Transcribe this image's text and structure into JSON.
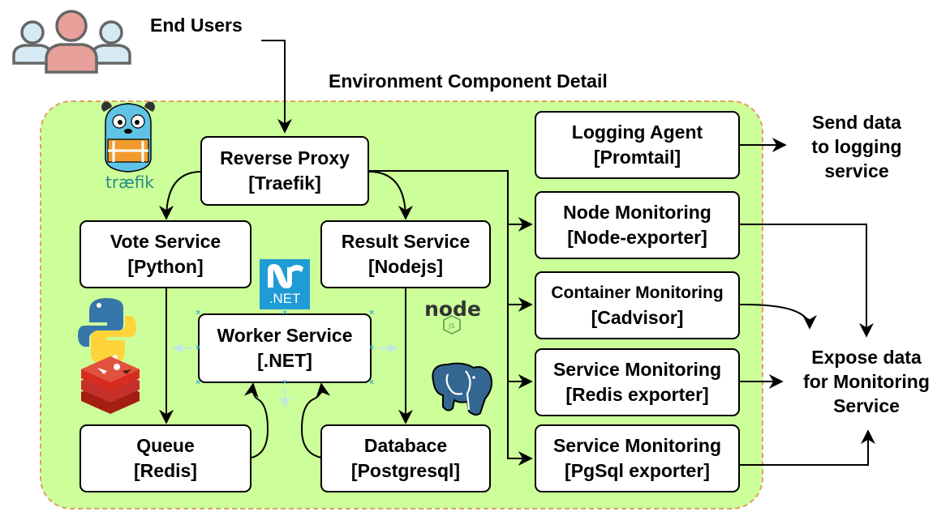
{
  "labels": {
    "end_users": "End Users",
    "environment_title": "Environment Component Detail",
    "send_logging": [
      "Send data",
      "to logging",
      "service"
    ],
    "expose_monitoring": [
      "Expose data",
      "for Monitoring",
      "Service"
    ]
  },
  "boxes": {
    "reverse_proxy": [
      "Reverse Proxy",
      "[Traefik]"
    ],
    "vote_service": [
      "Vote Service",
      "[Python]"
    ],
    "result_service": [
      "Result Service",
      "[Nodejs]"
    ],
    "worker_service": [
      "Worker Service",
      "[.NET]"
    ],
    "queue": [
      "Queue",
      "[Redis]"
    ],
    "database": [
      "Databace",
      "[Postgresql]"
    ],
    "logging_agent": [
      "Logging Agent",
      "[Promtail]"
    ],
    "node_monitoring": [
      "Node Monitoring",
      "[Node-exporter]"
    ],
    "container_monitoring": [
      "Container Monitoring",
      "[Cadvisor]"
    ],
    "service_monitoring_redis": [
      "Service Monitoring",
      "[Redis exporter]"
    ],
    "service_monitoring_pgsql": [
      "Service Monitoring",
      "[PgSql exporter]"
    ]
  },
  "logos": {
    "traefik": "træfik",
    "dotnet": ".NET",
    "node": "node",
    "node_js": "JS"
  },
  "colors": {
    "environment_fill": "#ccff99",
    "environment_border": "#e0a060",
    "user_side": "#d6eaf5",
    "user_center": "#e8a09a",
    "selection": "#3aa9d8"
  },
  "icons": [
    "users-icon",
    "traefik-logo-icon",
    "python-logo-icon",
    "redis-logo-icon",
    "dotnet-logo-icon",
    "nodejs-logo-icon",
    "postgresql-logo-icon"
  ]
}
